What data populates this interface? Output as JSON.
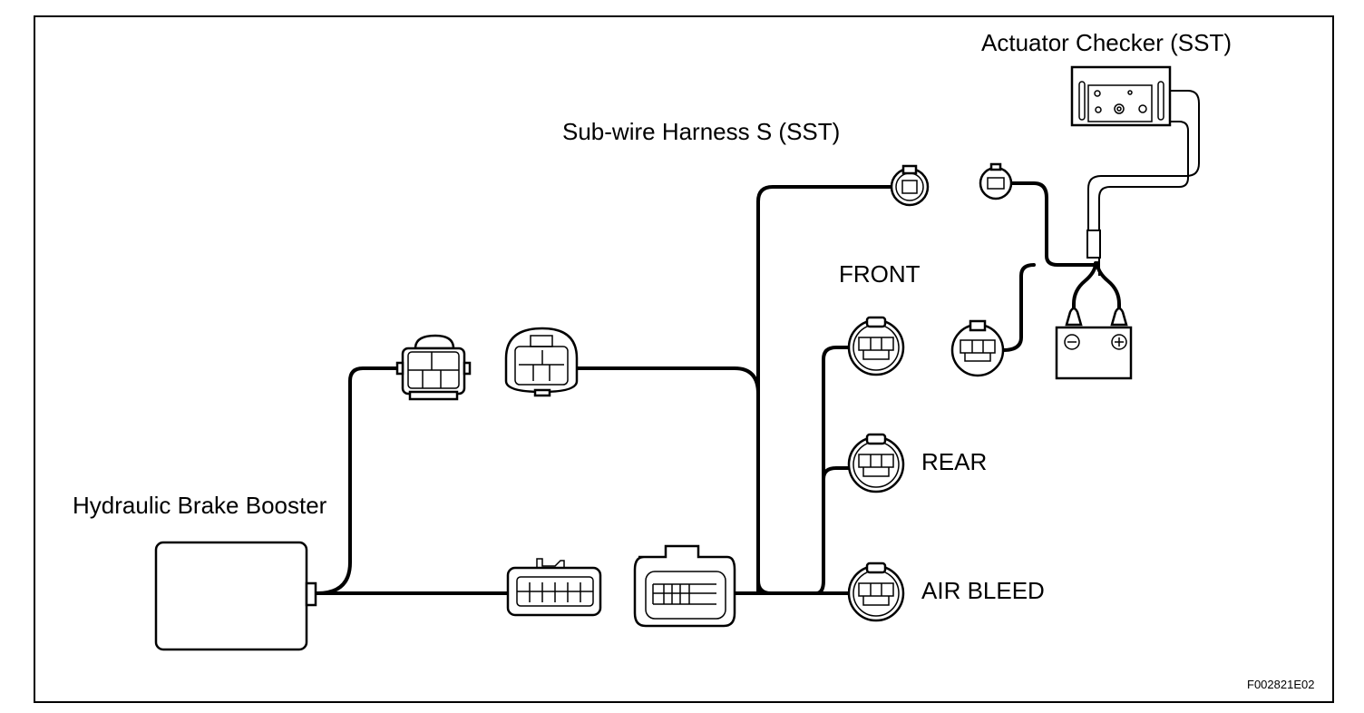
{
  "diagram": {
    "labels": {
      "actuator_checker": "Actuator Checker (SST)",
      "sub_wire_harness": "Sub-wire Harness S (SST)",
      "hydraulic_brake_booster": "Hydraulic Brake Booster",
      "front": "FRONT",
      "rear": "REAR",
      "air_bleed": "AIR BLEED",
      "figure_code": "F002821E02"
    },
    "battery": {
      "negative_symbol": "−",
      "positive_symbol": "+"
    },
    "colors": {
      "line": "#000000",
      "background": "#ffffff"
    }
  }
}
